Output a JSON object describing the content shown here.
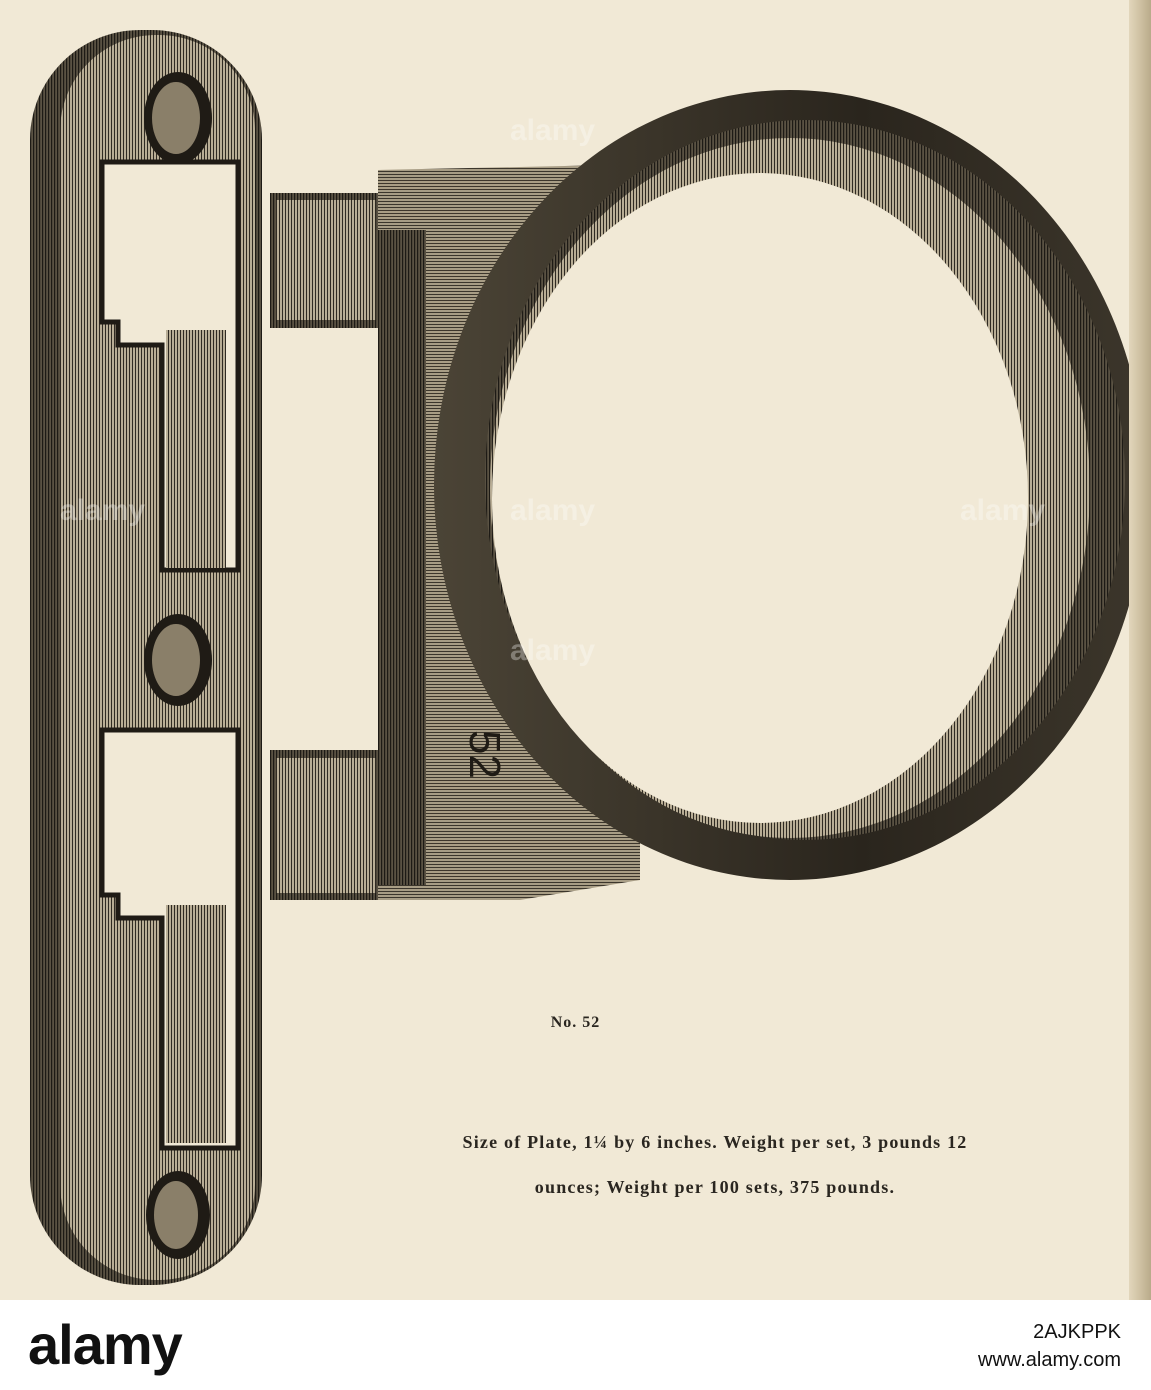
{
  "figure": {
    "stamped_number": "52",
    "caption_title": "No. 52",
    "caption_line_1": "Size of Plate, 1¼ by 6 inches. Weight per set, 3 pounds 12",
    "caption_line_2": "ounces; Weight per 100 sets, 375 pounds."
  },
  "watermark": {
    "text": "alamy"
  },
  "footer": {
    "logo_text": "alamy",
    "image_id": "2AJKPPK",
    "site": "www.alamy.com"
  },
  "colors": {
    "paper": "#f1e9d6",
    "ink": "#2a2620",
    "metal_dark": "#3a352c",
    "metal_mid": "#7a7160",
    "metal_light": "#c9bfa9"
  },
  "icons": [
    "striker-plate-illustration",
    "door-latch-ring-illustration"
  ]
}
